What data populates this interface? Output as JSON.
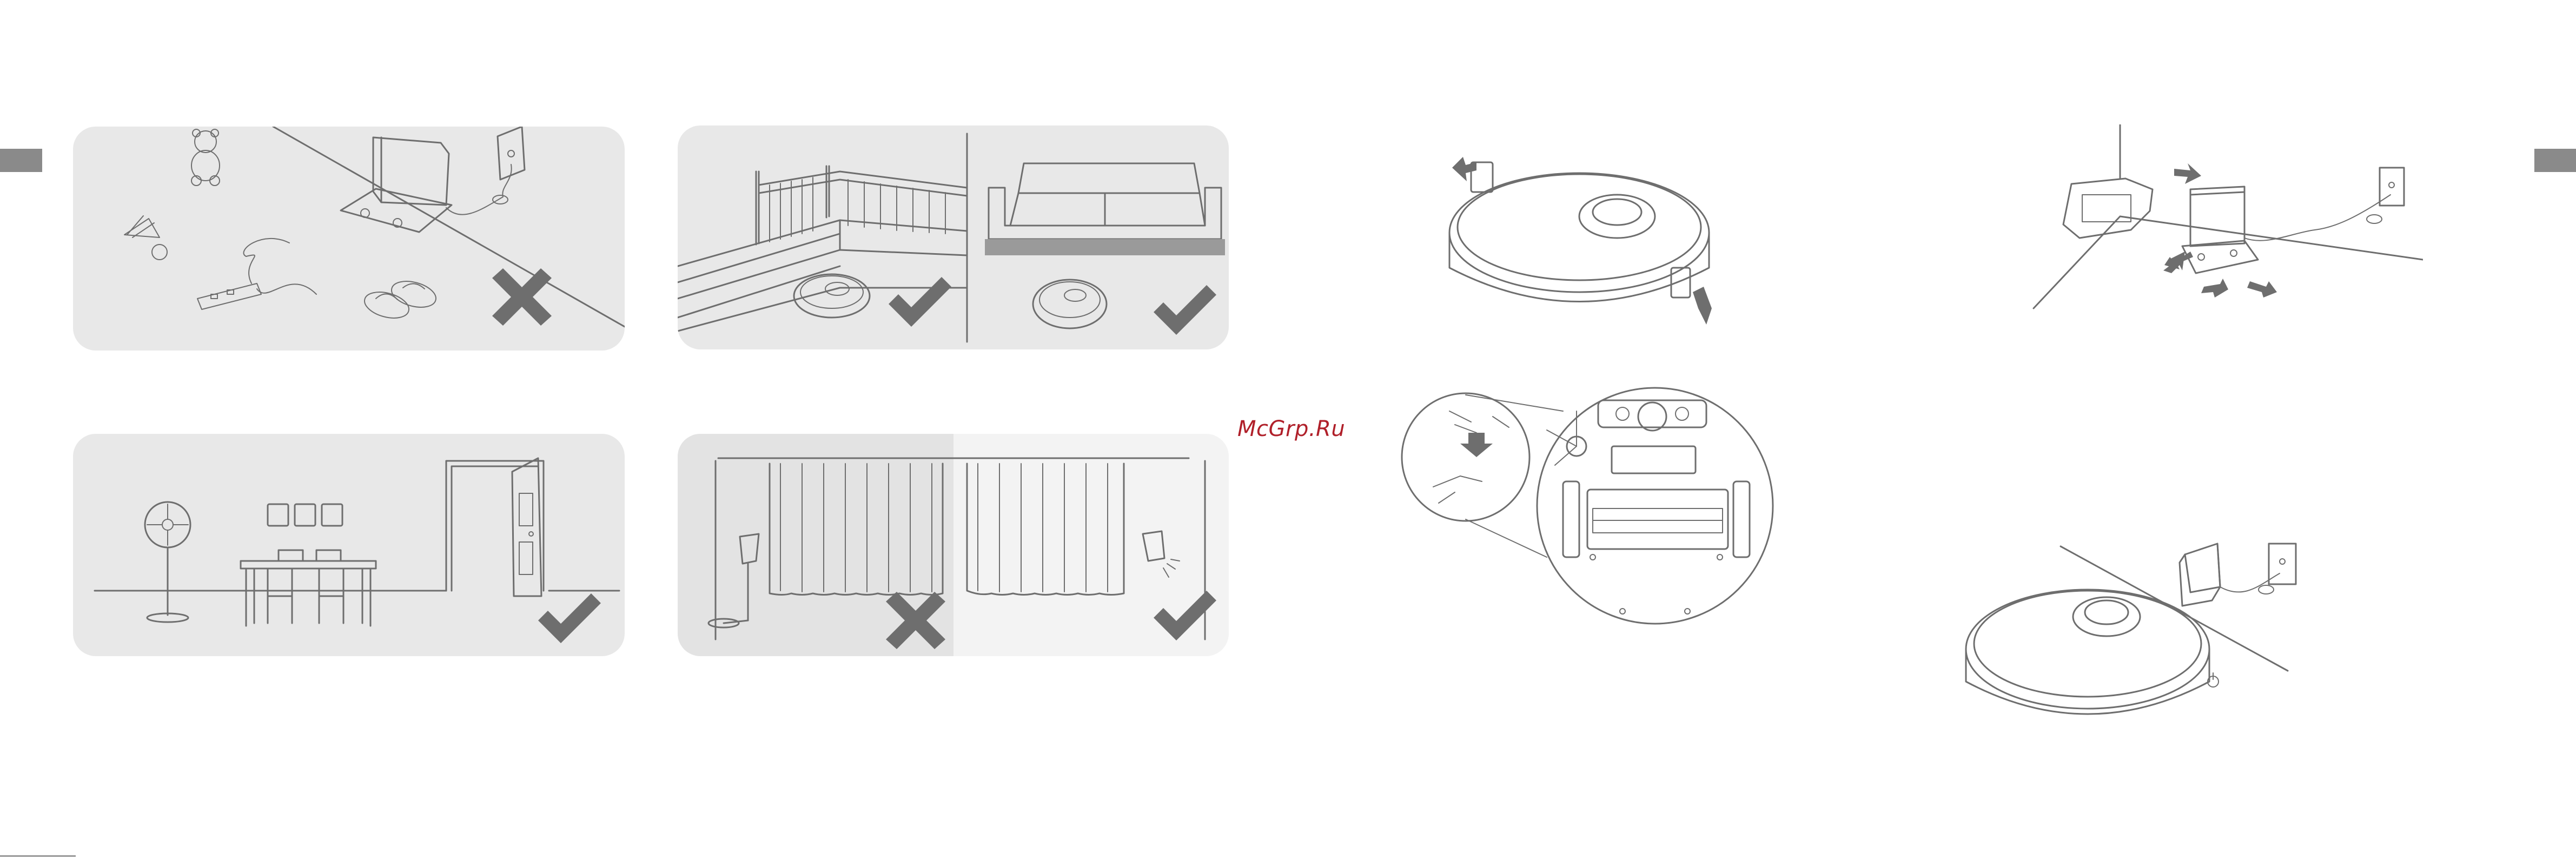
{
  "watermark": {
    "text": "McGrp.Ru",
    "color": "#b0202a"
  },
  "page": {
    "tab_color": "#8a8a8a",
    "panel_color": "#e8e8e8"
  },
  "panels": [
    {
      "name": "clutter-floor",
      "verdict": "cross"
    },
    {
      "name": "stairs-and-sofa",
      "verdict": "check"
    },
    {
      "name": "open-room",
      "verdict": "check"
    },
    {
      "name": "curtains",
      "verdict_left": "cross",
      "verdict_right": "check"
    }
  ],
  "icons": [
    "teddy-bear-icon",
    "shuttlecock-icon",
    "power-strip-icon",
    "slippers-icon",
    "docking-station-icon",
    "wall-socket-icon",
    "robot-vacuum-icon",
    "fan-icon",
    "door-icon",
    "lamp-icon",
    "check-icon",
    "cross-icon",
    "arrow-icon",
    "power-icon"
  ]
}
